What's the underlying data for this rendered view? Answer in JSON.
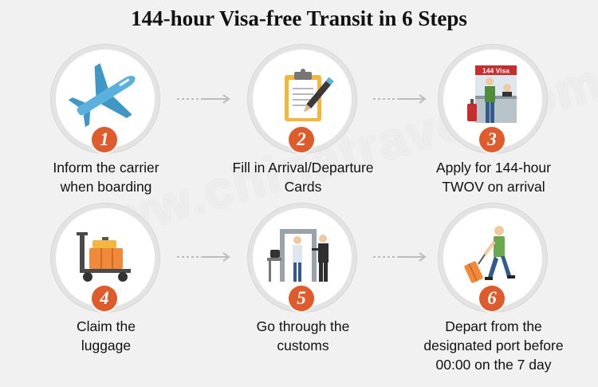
{
  "title": "144-hour Visa-free Transit in 6 Steps",
  "watermark": "www.chinatravel.com",
  "steps": [
    {
      "number": "1",
      "line1": "Inform the carrier",
      "line2": "when boarding",
      "line3": ""
    },
    {
      "number": "2",
      "line1": "Fill in Arrival/Departure",
      "line2": "Cards",
      "line3": ""
    },
    {
      "number": "3",
      "line1": "Apply for 144-hour",
      "line2": "TWOV on arrival",
      "line3": ""
    },
    {
      "number": "4",
      "line1": "Claim the",
      "line2": "luggage",
      "line3": ""
    },
    {
      "number": "5",
      "line1": "Go through the",
      "line2": "customs",
      "line3": ""
    },
    {
      "number": "6",
      "line1": "Depart from the",
      "line2": "designated port before",
      "line3": "00:00 on the 7 day"
    }
  ],
  "sign_text": "144 Visa",
  "colors": {
    "badge": "#e05b2b",
    "ring": "#e3e3e3",
    "arrow": "#b8b8b8",
    "background": "#f1f1f1"
  },
  "icons": [
    "airplane-icon",
    "clipboard-pen-icon",
    "visa-counter-icon",
    "luggage-cart-icon",
    "security-check-icon",
    "traveler-with-suitcase-icon"
  ]
}
